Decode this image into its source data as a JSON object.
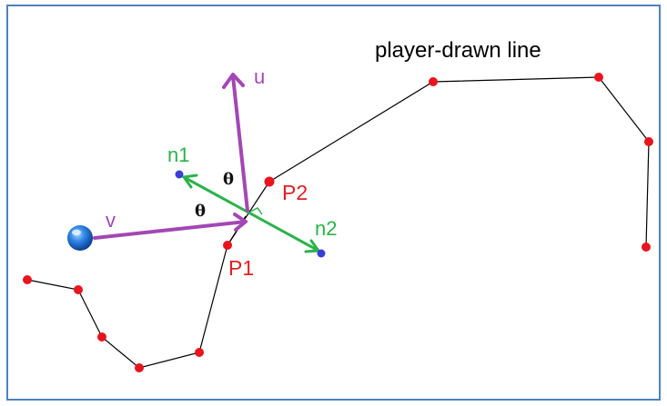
{
  "title": "player-drawn line",
  "labels": {
    "u": "u",
    "v": "v",
    "n1": "n1",
    "n2": "n2",
    "p1": "P1",
    "p2": "P2",
    "theta_incoming": "θ",
    "theta_outgoing": "θ"
  },
  "colors": {
    "frame": "#4f81bd",
    "line": "#000000",
    "vertex": "#e8141e",
    "vector": "#a347b5",
    "normal": "#2bb24c",
    "normal_end": "#3a3fd4",
    "point_label": "#e02020",
    "normal_label": "#2bb24c",
    "vector_label": "#a347b5",
    "ball": "#1f6fd0"
  },
  "icons": {
    "ball": "ball-icon",
    "vertex": "vertex-dot"
  }
}
